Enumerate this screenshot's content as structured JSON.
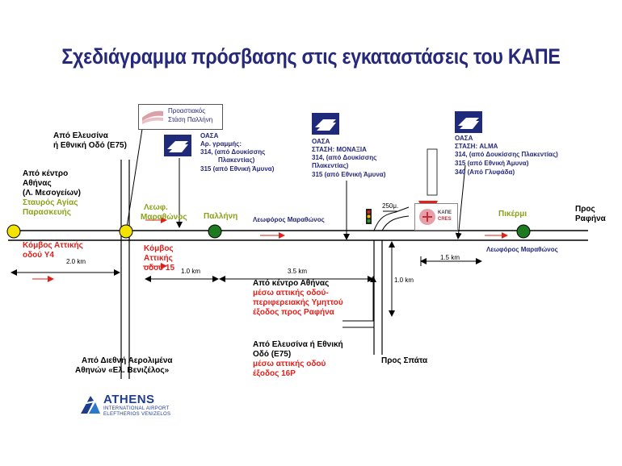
{
  "title": "Σχεδιάγραμμα πρόσβασης στις εγκαταστάσεις του ΚΑΠΕ",
  "labels": {
    "from_elefsina_e75": [
      "Από Ελευσίνα",
      "ή Εθνική Οδό (Ε75)"
    ],
    "from_center": [
      "Από κέντρο",
      "Αθήνας",
      "(Λ. Μεσογείων)"
    ],
    "stavros": [
      "Σταυρός Αγίας",
      "Παρασκευής"
    ],
    "kombos_y4": [
      "Κόμβος Αττικής",
      "οδού Υ4"
    ],
    "dist_2km": "2.0 km",
    "leof_marathonos_green": [
      "Λεωφ.",
      "Μαραθώνος"
    ],
    "pallini": "Παλλήνη",
    "leof_marathonos_1": "Λεωφόρος Μαραθώνος",
    "kombos_15": [
      "Κόμβος",
      "Αττικής",
      "οδού 15"
    ],
    "dist_1km_a": "1.0 km",
    "dist_3_5km": "3.5 km",
    "from_center_attiki": "Από κέντρο Αθήνας",
    "attiki_red": [
      "μέσω αττικής οδού-",
      "περιφερειακής Υμηττού",
      "έξοδος προς Ραφήνα"
    ],
    "from_elefsina_2": [
      "Από Ελευσίνα ή Εθνική",
      "Οδό (Ε75)"
    ],
    "attiki_16p": [
      "μέσω αττικής οδού",
      "έξοδος 16Ρ"
    ],
    "from_airport": [
      "Από Διεθνή Αερολιμένα",
      "Αθηνών «Ελ. Βενιζέλος»"
    ],
    "dist_1km_b": "1.0 km",
    "pros_spata": "Προς Σπάτα",
    "dist_250m": "250μ.",
    "pikermi": "Πικέρμι",
    "pros_rafina": [
      "Προς",
      "Ραφήνα"
    ],
    "dist_1_5km": "1.5 km",
    "leof_marathonos_2": "Λεωφόρος Μαραθώνος"
  },
  "train": {
    "line1": "Προαστιακός",
    "line2": "Στάση Παλλήνη"
  },
  "oasa1": {
    "lines": [
      "ΟΑΣΑ",
      "Αρ. γραμμής:",
      "314, (από Δουκίσσης",
      "Πλακεντίας)",
      "315 (από Εθνική Άμυνα)"
    ]
  },
  "oasa2": {
    "lines": [
      "ΟΑΣΑ",
      "ΣΤΑΣΗ: ΜΟΝΑΞΙΑ",
      "314, (από Δουκίσσης",
      "Πλακεντίας)",
      "315 (από Εθνική Άμυνα)"
    ]
  },
  "oasa3": {
    "lines": [
      "ΟΑΣΑ",
      "ΣΤΑΣΗ: ALMA",
      "314, (από Δουκίσσης Πλακεντίας)",
      "315 (από Εθνική Άμυνα)",
      "340 (Από Γλυφάδα)"
    ]
  },
  "kape_logo": {
    "text1": "ΚΑΠΕ",
    "text2": "CRES"
  },
  "aia_logo": {
    "name": "ATHENS",
    "sub1": "INTERNATIONAL AIRPORT",
    "sub2": "ELEFTHERIOS VENIZELOS"
  },
  "colors": {
    "title": "#26287a",
    "red": "#e0201b",
    "green": "#8aa21a",
    "navy": "#26287a",
    "node_green": "#1e7a20",
    "node_yellow": "#f2e300"
  }
}
